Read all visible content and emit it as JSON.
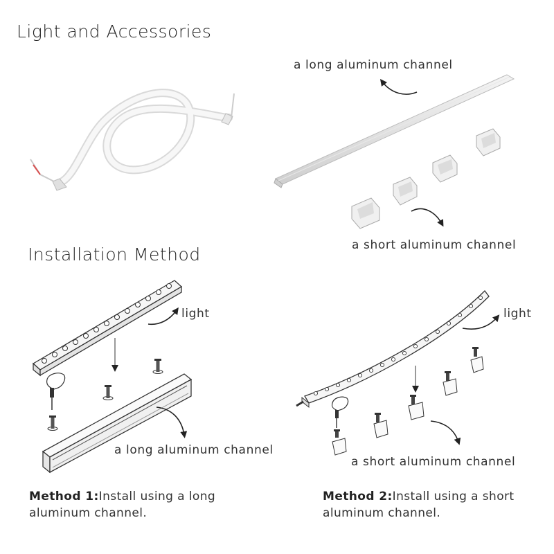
{
  "sections": {
    "accessories_title": "Light and Accessories",
    "installation_title": "Installation Method"
  },
  "labels": {
    "long_channel_top": "a long aluminum channel",
    "short_channel_top": "a short aluminum channel",
    "light_left": "light",
    "light_right": "light",
    "long_channel_method": "a long aluminum channel",
    "short_channel_method": "a short aluminum channel"
  },
  "methods": [
    {
      "name": "Method 1:",
      "text": "Install using a long aluminum channel."
    },
    {
      "name": "Method 2:",
      "text": "Install using a short aluminum channel."
    }
  ],
  "icons": {
    "strip": "led-neon-strip-icon",
    "long_channel": "long-aluminum-channel-icon",
    "short_channel": "short-aluminum-channel-clip-icon",
    "screw": "screw-icon",
    "screwdriver": "screwdriver-hand-icon",
    "arrow": "curved-arrow-icon"
  }
}
